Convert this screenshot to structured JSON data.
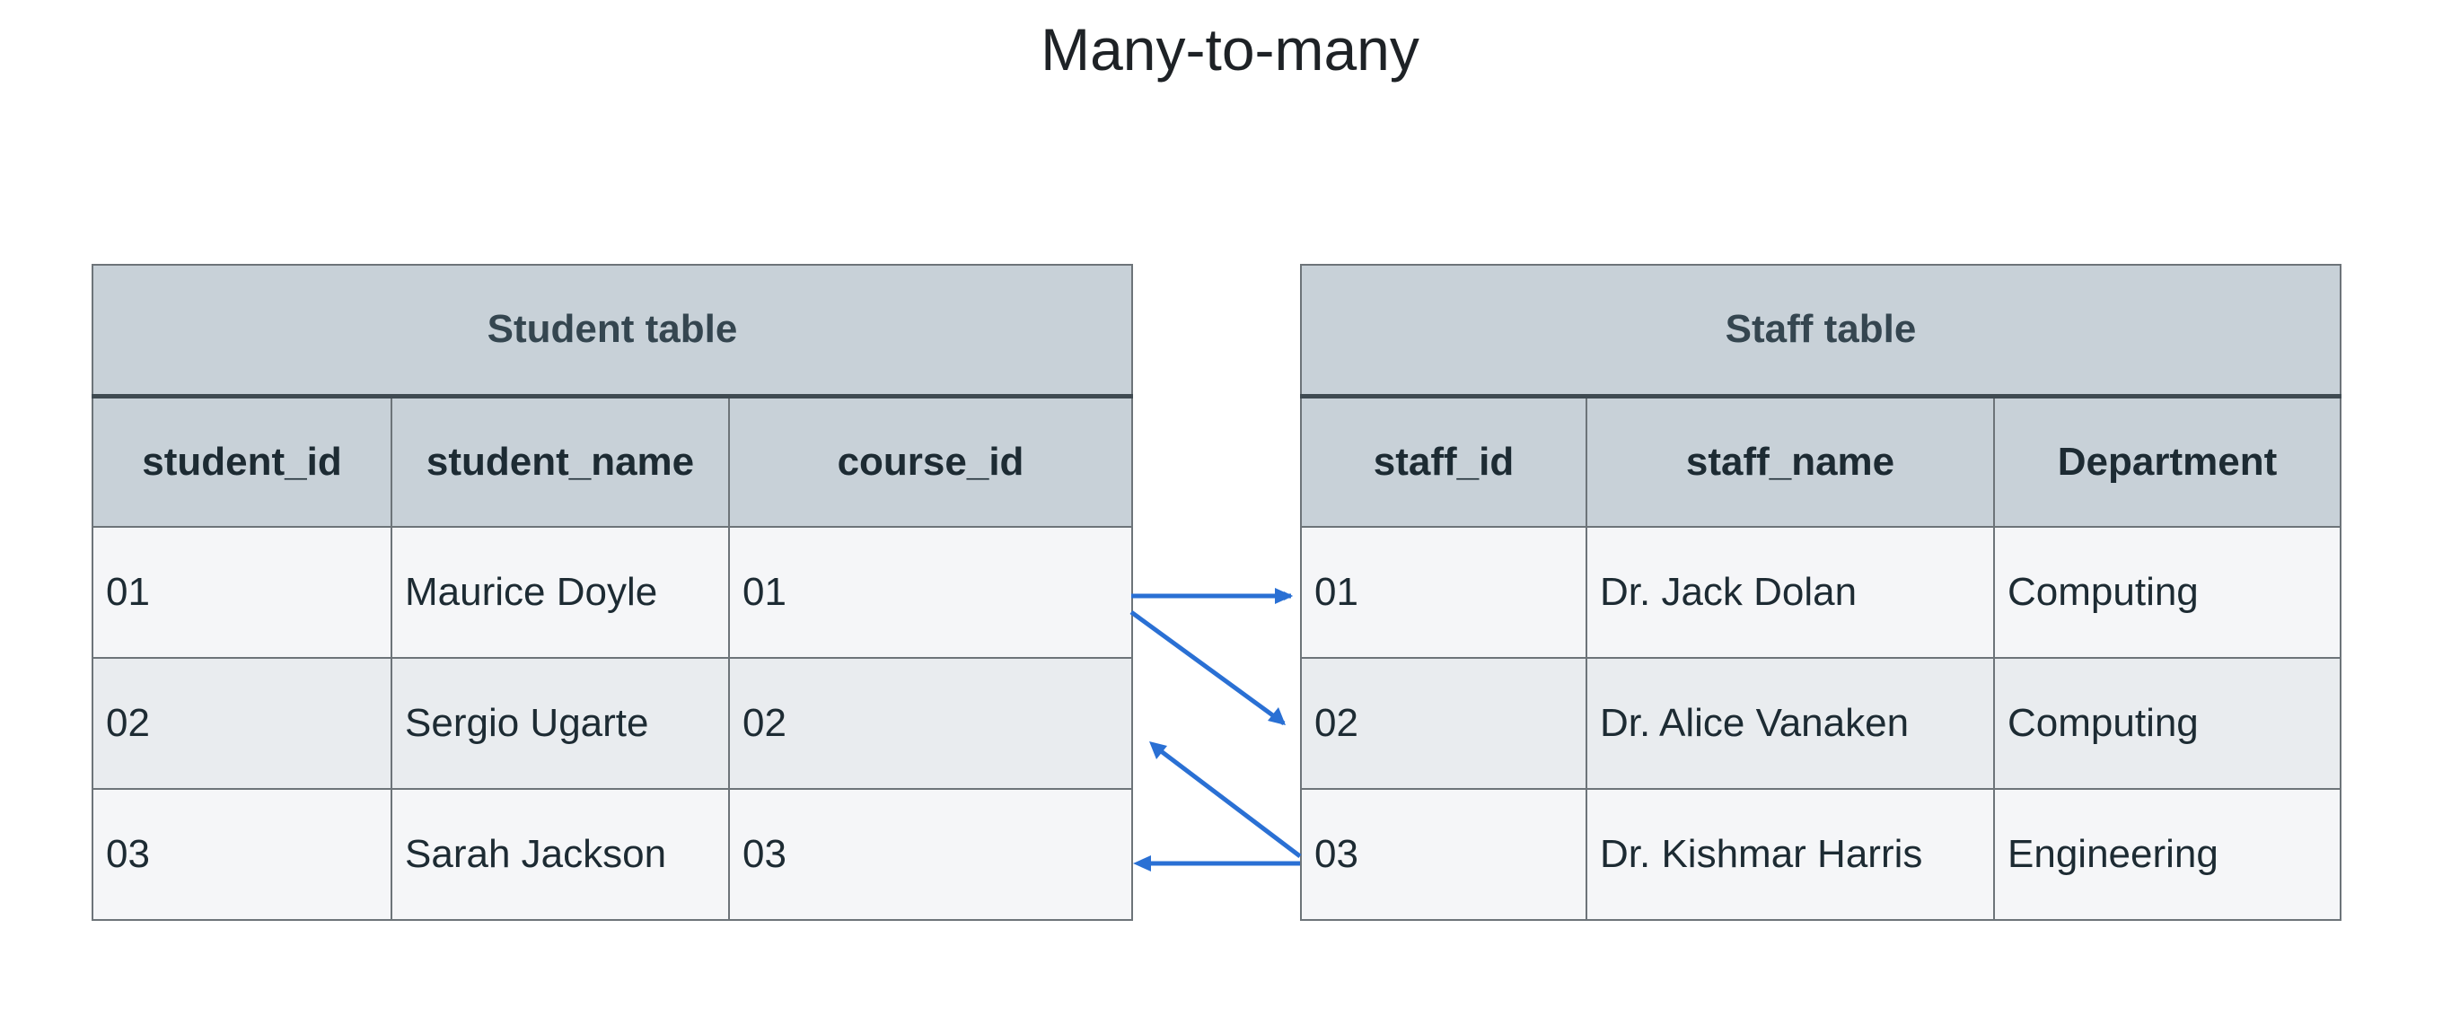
{
  "title": "Many-to-many",
  "student_table": {
    "caption": "Student table",
    "columns": [
      "student_id",
      "student_name",
      "course_id"
    ],
    "rows": [
      [
        "01",
        "Maurice Doyle",
        "01"
      ],
      [
        "02",
        "Sergio Ugarte",
        "02"
      ],
      [
        "03",
        "Sarah Jackson",
        "03"
      ]
    ]
  },
  "staff_table": {
    "caption": "Staff table",
    "columns": [
      "staff_id",
      "staff_name",
      "Department"
    ],
    "rows": [
      [
        "01",
        "Dr. Jack Dolan",
        "Computing"
      ],
      [
        "02",
        "Dr. Alice Vanaken",
        "Computing"
      ],
      [
        "03",
        "Dr. Kishmar Harris",
        "Engineering"
      ]
    ]
  },
  "colors": {
    "arrow": "#2a70d4",
    "header_bg": "#c8d1d8",
    "row_light": "#f5f6f8",
    "row_dark": "#e9ecef"
  }
}
